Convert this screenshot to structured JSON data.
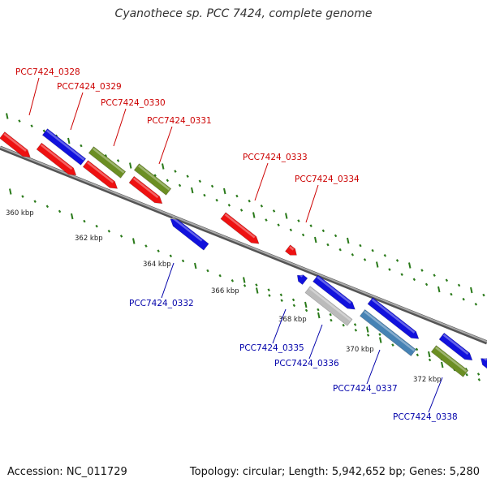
{
  "title": "Cyanothece sp. PCC 7424, complete genome",
  "footer": {
    "accession": "Accession: NC_011729",
    "stats": "Topology: circular; Length: 5,942,652 bp; Genes: 5,280"
  },
  "colors": {
    "red": "#ee1111",
    "blue": "#1111dd",
    "olive": "#6b8e23",
    "silver": "#bbbbbb",
    "steel": "#4682b4",
    "tick": "#2a7a1a",
    "backbone": "#888888",
    "label_top": "#cc0000",
    "label_bottom": "#0000aa"
  },
  "scale_labels": [
    "360 kbp",
    "362 kbp",
    "364 kbp",
    "366 kbp",
    "368 kbp",
    "370 kbp",
    "372 kbp"
  ],
  "genes": [
    {
      "label": "PCC7424_0328",
      "color": "red"
    },
    {
      "label": "PCC7424_0329",
      "color": "blue"
    },
    {
      "label": "PCC7424_0330",
      "color": "olive"
    },
    {
      "label": "PCC7424_0331",
      "color": "olive"
    },
    {
      "label": "PCC7424_0332",
      "color": "blue"
    },
    {
      "label": "PCC7424_0333",
      "color": "red"
    },
    {
      "label": "PCC7424_0334",
      "color": "red"
    },
    {
      "label": "PCC7424_0335",
      "color": "blue"
    },
    {
      "label": "PCC7424_0336",
      "color": "silver"
    },
    {
      "label": "PCC7424_0337",
      "color": "steel"
    },
    {
      "label": "PCC7424_0338",
      "color": "olive"
    }
  ]
}
